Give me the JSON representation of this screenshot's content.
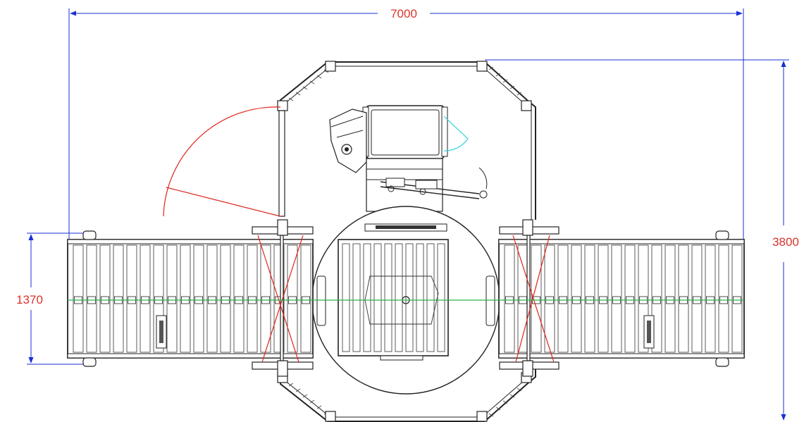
{
  "dimensions": {
    "overall_width": "7000",
    "overall_height": "3800",
    "conveyor_width": "1370"
  },
  "colors": {
    "dimension_line": "#1a2fd6",
    "dimension_text": "#d9342b",
    "door_swing": "#e0241b",
    "centerline": "#29b34a",
    "cyan_arc": "#33d3e0",
    "linework": "#222222"
  }
}
